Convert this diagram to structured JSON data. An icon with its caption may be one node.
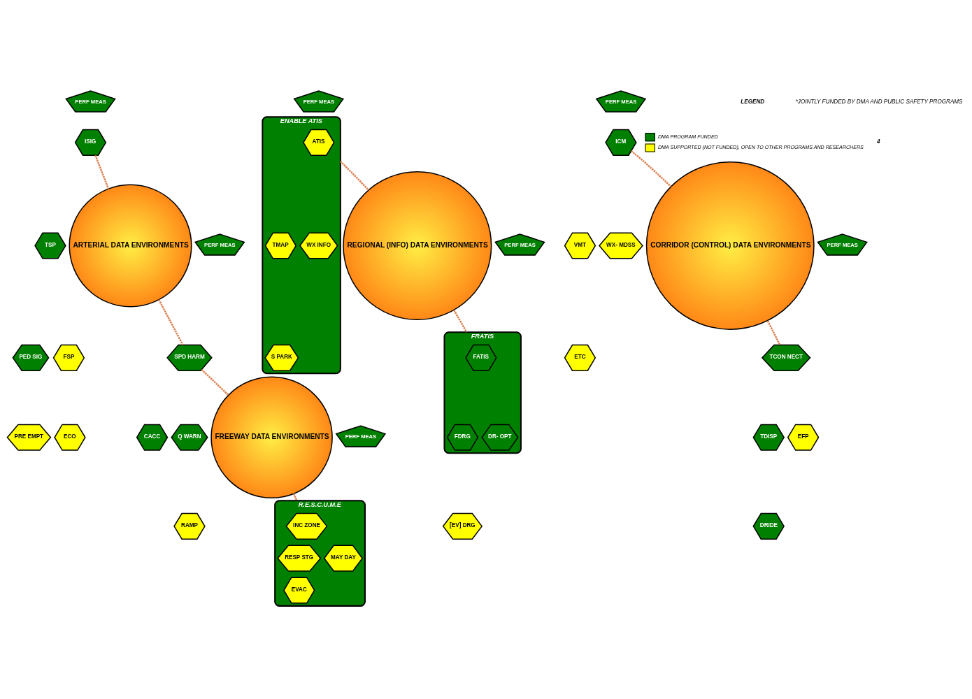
{
  "diagram": {
    "nodes": [
      {
        "text": [
          "PERF MEAS"
        ]
      },
      {
        "text": [
          "ISIG"
        ]
      },
      {
        "text": [
          "TSP"
        ]
      },
      {
        "text": [
          "PED SIG"
        ]
      },
      {
        "text": [
          "FSP"
        ]
      },
      {
        "text": [
          "PRE EMPT"
        ]
      },
      {
        "text": [
          "ECO"
        ]
      },
      {
        "text": [
          "ARTERIAL DATA ENVIRONMENTS"
        ]
      },
      {
        "text": [
          "PERF MEAS"
        ]
      },
      {
        "text": [
          "SPD HARM"
        ]
      },
      {
        "text": [
          "CACC"
        ]
      },
      {
        "text": [
          "Q WARN"
        ]
      },
      {
        "text": [
          "RAMP"
        ]
      },
      {
        "text": [
          "FREEWAY DATA ENVIRONMENTS"
        ]
      },
      {
        "text": [
          "PERF MEAS"
        ]
      },
      {
        "text": [
          "ENABLE ATIS"
        ]
      },
      {
        "text": [
          "ATIS"
        ],
        "in": 15
      },
      {
        "text": [
          "TMAP"
        ],
        "in": 15
      },
      {
        "text": [
          "WX INFO"
        ],
        "in": 15
      },
      {
        "text": [
          "S PARK"
        ],
        "in": 15
      },
      {
        "text": [
          "REGIONAL (INFO) DATA ENVIRONMENTS"
        ]
      },
      {
        "text": [
          "PERF MEAS"
        ]
      },
      {
        "text": [
          "FRATIS"
        ]
      },
      {
        "text": [
          "FATIS"
        ],
        "in": 22
      },
      {
        "text": [
          "FDRG"
        ],
        "in": 22
      },
      {
        "text": [
          "DR- OPT"
        ],
        "in": 22
      },
      {
        "text": [
          "[EV] DRG"
        ]
      },
      {
        "text": [
          "PERF MEAS"
        ]
      },
      {
        "text": [
          "R.E.S.C.U.M.E"
        ]
      },
      {
        "text": [
          "INC ZONE"
        ],
        "in": 28
      },
      {
        "text": [
          "RESP STG"
        ],
        "in": 28
      },
      {
        "text": [
          "MAY DAY"
        ],
        "in": 28
      },
      {
        "text": [
          "EVAC"
        ],
        "in": 28
      },
      {
        "text": [
          "PERF MEAS"
        ]
      },
      {
        "text": [
          "ICM"
        ]
      },
      {
        "text": [
          "VMT"
        ]
      },
      {
        "text": [
          "WX- MDSS"
        ]
      },
      {
        "text": [
          "ETC"
        ]
      },
      {
        "text": [
          "CORRIDOR (CONTROL) DATA ENVIRONMENTS"
        ]
      },
      {
        "text": [
          "PERF MEAS"
        ]
      },
      {
        "text": [
          "TCON NECT"
        ]
      },
      {
        "text": [
          "TDISP"
        ]
      },
      {
        "text": [
          "EFP"
        ]
      },
      {
        "text": [
          "DRIDE"
        ]
      }
    ],
    "edges": [
      {
        "from": 1,
        "to": 7,
        "arrow": "none",
        "style": "dashed"
      },
      {
        "from": 7,
        "to": 9,
        "arrow": "none",
        "style": "dashed"
      },
      {
        "from": 9,
        "to": 13,
        "arrow": "none",
        "style": "dashed"
      },
      {
        "from": 13,
        "to": 28,
        "arrow": "none",
        "style": "dashed"
      },
      {
        "from": 15,
        "to": 20,
        "arrow": "none",
        "style": "dashed"
      },
      {
        "from": 20,
        "to": 22,
        "arrow": "none",
        "style": "dashed"
      },
      {
        "from": 34,
        "to": 38,
        "arrow": "none",
        "style": "dashed"
      },
      {
        "from": 38,
        "to": 40,
        "arrow": "none",
        "style": "dashed"
      }
    ],
    "labels": [
      "LEGEND",
      "*JOINTLY FUNDED BY DMA AND PUBLIC SAFETY PROGRAMS",
      "4"
    ],
    "legend": [
      {
        "text": "DMA PROGRAM FUNDED",
        "color": "#008000"
      },
      {
        "text": "DMA SUPPORTED (NOT FUNDED), OPEN TO OTHER PROGRAMS AND RESEARCHERS",
        "color": "#ffff00"
      }
    ]
  }
}
